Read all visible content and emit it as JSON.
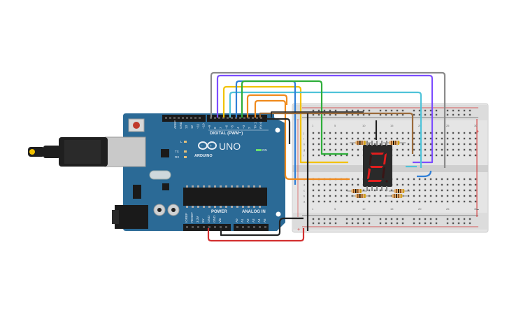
{
  "board": {
    "name": "UNO",
    "brand": "ARDUINO",
    "digital_header": "DIGITAL (PWM~)",
    "power_header": "POWER",
    "analog_header": "ANALOG IN",
    "on_label": "ON",
    "tx_label": "TX",
    "rx_label": "RX",
    "l_label": "L",
    "top_pins": [
      "AREF",
      "GND",
      "13",
      "12",
      "~11",
      "~10",
      "~9",
      "8",
      "7",
      "~6",
      "~5",
      "4",
      "~3",
      "2",
      "TX 1",
      "RX 0"
    ],
    "power_pins": [
      "IOREF",
      "RESET",
      "3.3V",
      "5V",
      "GND",
      "GND",
      "Vin"
    ],
    "analog_pins": [
      "A0",
      "A1",
      "A2",
      "A3",
      "A4",
      "A5"
    ]
  },
  "display": {
    "digit": "2"
  },
  "breadboard": {
    "row_letters_top": [
      "j",
      "i",
      "h",
      "g",
      "f"
    ],
    "row_letters_bottom": [
      "e",
      "d",
      "c",
      "b",
      "a"
    ],
    "col_numbers": [
      "1",
      "",
      "",
      "",
      "5",
      "",
      "",
      "",
      "",
      "10",
      "",
      "",
      "",
      "",
      "15",
      "",
      "",
      "",
      "",
      "20",
      "",
      "",
      "",
      "",
      "25",
      "",
      "",
      "",
      "",
      "30"
    ],
    "plus": "+",
    "minus": "−"
  },
  "colors": {
    "board": "#2b6a96",
    "board_dark": "#1f5478",
    "breadboard": "#e6e6e6",
    "rail_red": "#d32f2f",
    "segment_on": "#e01e1e",
    "wire_gray": "#8a8a8a",
    "wire_purple": "#7c4dff",
    "wire_yellow": "#f2c200",
    "wire_green": "#2eae3a",
    "wire_cyan": "#4fc3d9",
    "wire_blue": "#2f7fd8",
    "wire_orange": "#f08a1c",
    "wire_brown": "#9a6a3a",
    "wire_black": "#222222",
    "wire_red": "#d32f2f"
  }
}
